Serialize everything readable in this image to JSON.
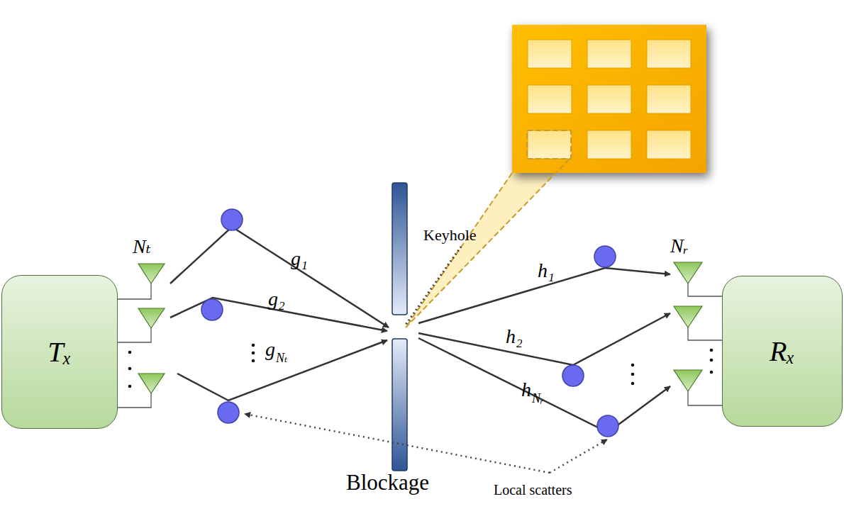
{
  "diagram": {
    "nodes": [
      {
        "text": [
          "Tₓ"
        ]
      },
      {
        "text": [
          "Rₓ"
        ]
      }
    ],
    "edges": [],
    "labels": [
      "Nₜ",
      "g₁",
      "g₂",
      "g",
      "Nₜ",
      "Keyhole",
      "h₁",
      "h₂",
      "h",
      "Nᵣ",
      "Nᵣ",
      "Blockage",
      "Local scatters"
    ]
  }
}
